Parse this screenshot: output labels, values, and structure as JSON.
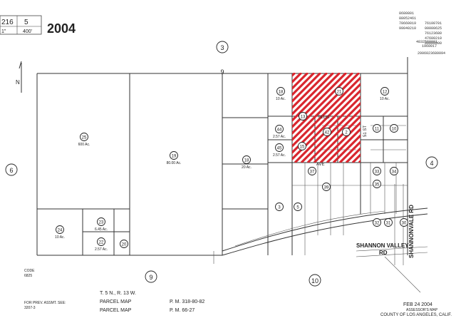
{
  "header": {
    "book_number": "216",
    "page_number": "5",
    "scale_prefix": "1\"",
    "scale_value": "400'",
    "map_number": "2004",
    "top_right_notes": [
      "8680801",
      "88052461",
      "78660019",
      "99040210",
      "76100701",
      "00000625",
      "76123680",
      "47600210",
      "00000000",
      "4832560001",
      "1960017",
      "2006023680094"
    ]
  },
  "adjacent_pages": [
    "3",
    "6",
    "4",
    "9",
    "10"
  ],
  "north_label": "N",
  "parcels": [
    {
      "id": "25",
      "area": "600 Ac."
    },
    {
      "id": "19",
      "area": "80.00 Ac."
    },
    {
      "id": "18",
      "area": "20 Ac."
    },
    {
      "id": "18b",
      "label": "18",
      "area": "10 Ac."
    },
    {
      "id": "21",
      "area": ""
    },
    {
      "id": "12",
      "area": "10 Ac."
    },
    {
      "id": "13",
      "area": ""
    },
    {
      "id": "44",
      "area": "2.57 Ac."
    },
    {
      "id": "45",
      "area": "2.57 Ac."
    },
    {
      "id": "24",
      "area": "10 Ac."
    },
    {
      "id": "23",
      "area": "6.45 Ac."
    },
    {
      "id": "22",
      "area": "2.57 Ac."
    },
    {
      "id": "20",
      "area": ""
    },
    {
      "id": "10",
      "area": ""
    },
    {
      "id": "11",
      "area": ""
    },
    {
      "id": "33",
      "area": ""
    },
    {
      "id": "34",
      "area": ""
    },
    {
      "id": "31",
      "area": ""
    },
    {
      "id": "32",
      "area": ""
    },
    {
      "id": "30",
      "area": ""
    },
    {
      "id": "35",
      "area": ""
    },
    {
      "id": "3",
      "area": ""
    },
    {
      "id": "5",
      "area": ""
    },
    {
      "id": "37",
      "area": ""
    },
    {
      "id": "39",
      "area": ""
    },
    {
      "id": "42",
      "area": ""
    },
    {
      "id": "15",
      "area": ""
    },
    {
      "id": "2",
      "area": ""
    }
  ],
  "streets": [
    "TELIS",
    "AVE",
    "SHANNON VALLEY",
    "RD",
    "SHANNONVALE RD",
    "51 ST"
  ],
  "section_label": "9",
  "legend": {
    "township": "T. 5 N., R. 13 W.",
    "row1_label": "PARCEL MAP",
    "row1_ref": "P. M. 318-80-82",
    "row2_label": "PARCEL MAP",
    "row2_ref": "P. M. 66-27",
    "code_label": "CODE",
    "code_value": "6825",
    "for_prev": "FOR PREV. ASSMT. SEE:",
    "prev_ref": "3207-3"
  },
  "stamp": {
    "date": "FEB 24 2004",
    "office": "ASSESSOR'S MAP",
    "county": "COUNTY OF LOS ANGELES, CALIF."
  },
  "colors": {
    "highlight": "#d9262e",
    "line": "#333333"
  }
}
